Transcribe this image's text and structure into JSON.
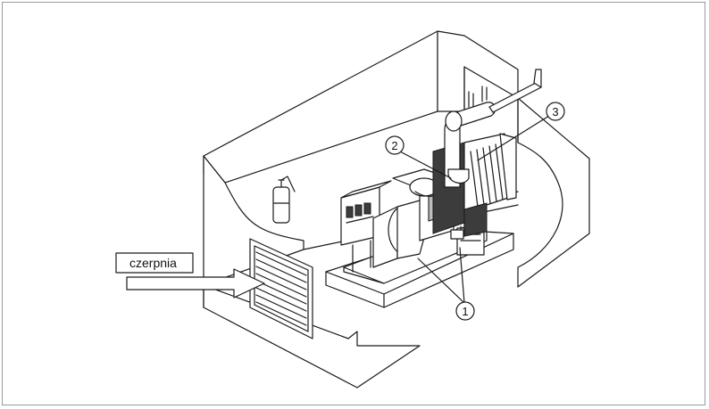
{
  "diagram": {
    "intake_label": "czerpnia",
    "callouts": [
      "1",
      "2",
      "3"
    ]
  },
  "icons": {
    "fire_extinguisher": "fire-extinguisher-icon"
  },
  "colors": {
    "line": "#1a1a1a",
    "shade": "#bdbdbd",
    "dark": "#3c3c3c",
    "frame": "#9a9a9a"
  }
}
